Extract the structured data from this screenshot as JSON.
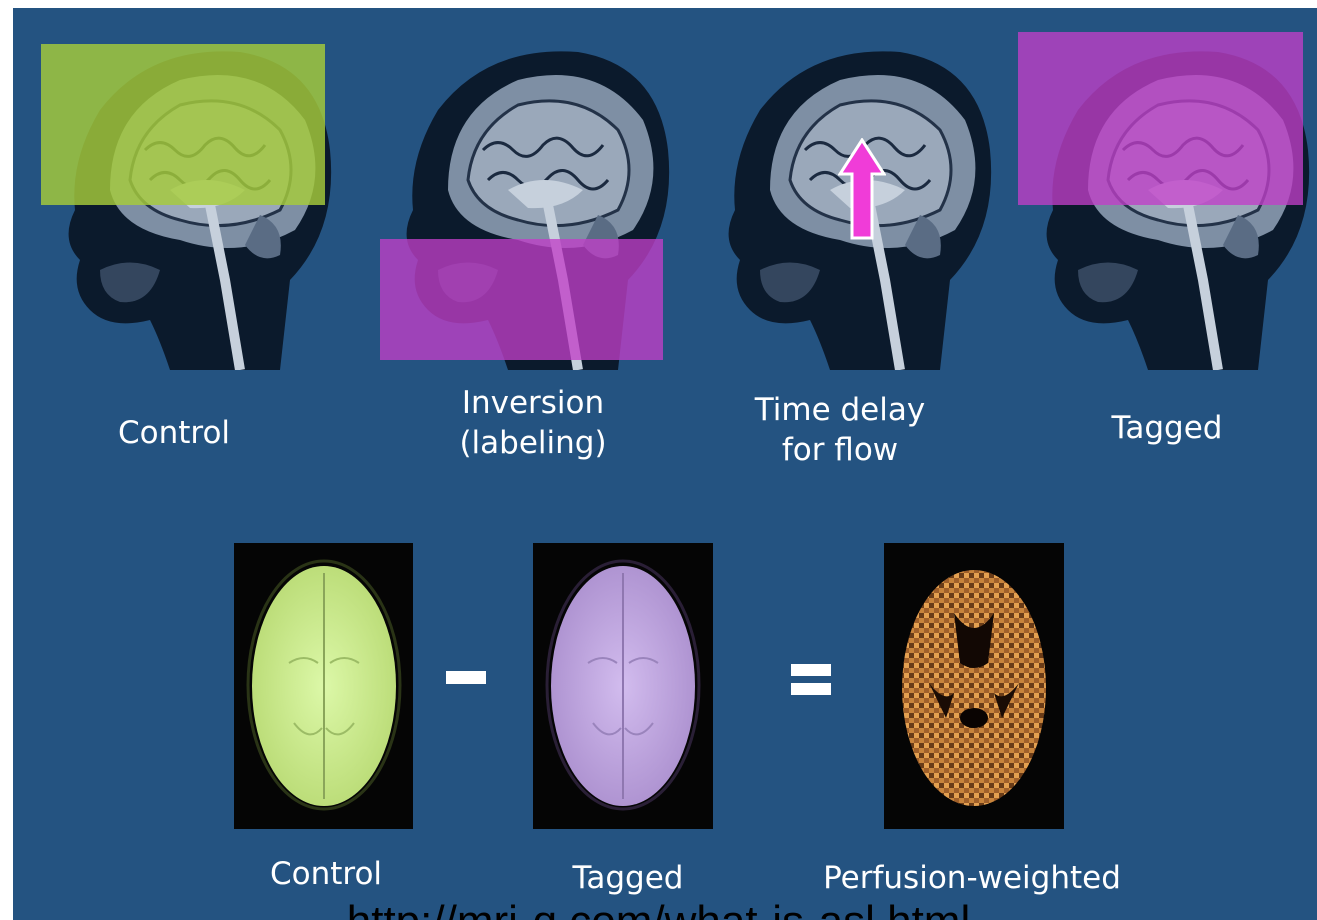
{
  "sequence_labels": {
    "control": "Control",
    "inversion": "Inversion\n(labeling)",
    "time_delay": "Time delay\nfor flow",
    "tagged": "Tagged"
  },
  "subtraction_labels": {
    "control": "Control",
    "tagged": "Tagged",
    "perfusion": "Perfusion-weighted"
  },
  "operators": {
    "minus": "minus-sign",
    "equals": "equals-sign"
  },
  "source_url": "http://mri-q.com/what-is-asl.html",
  "colors": {
    "background": "#245381",
    "control_overlay": "#a6cc3a",
    "label_overlay": "#c03fc8",
    "arrow": "#f03cd8",
    "control_axial": "#d4f49a",
    "tagged_axial": "#c8b0e4",
    "perfusion_axial": "#d9923e"
  },
  "icons": [
    "upward-flow-arrow-icon"
  ]
}
